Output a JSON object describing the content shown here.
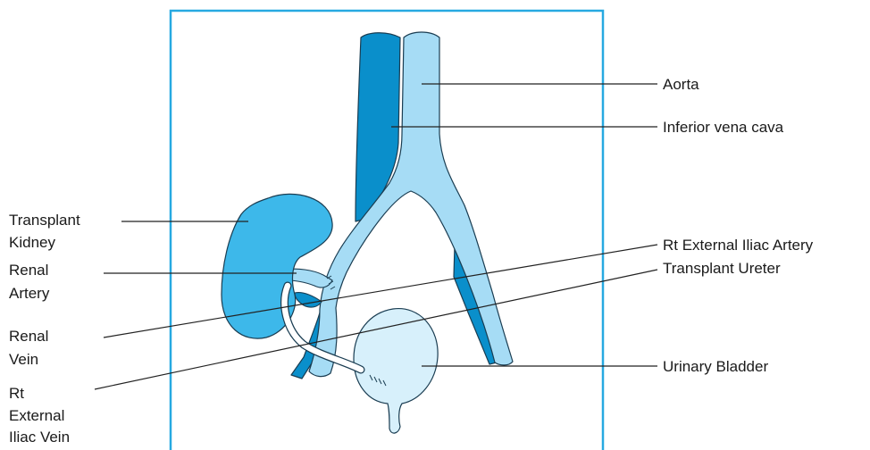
{
  "labels": {
    "aorta": "Aorta",
    "ivc": "Inferior vena cava",
    "transplant_kidney_1": "Transplant",
    "transplant_kidney_2": "Kidney",
    "rt_ext_iliac_artery": "Rt External Iliac Artery",
    "transplant_ureter": "Transplant Ureter",
    "renal_artery_1": "Renal",
    "renal_artery_2": "Artery",
    "renal_vein_1": "Renal",
    "renal_vein_2": "Vein",
    "urinary_bladder": "Urinary Bladder",
    "rt_ext_iliac_vein_1": "Rt",
    "rt_ext_iliac_vein_2": "External",
    "rt_ext_iliac_vein_3": "Iliac Vein"
  },
  "colors": {
    "frame": "#27a9e1",
    "vein_dark": "#0a8fcb",
    "artery_light": "#a6dcf5",
    "kidney": "#3db8ea",
    "bladder": "#d7f0fb",
    "ureter": "#ffffff",
    "outline": "#1a3d52",
    "leader": "#222222"
  }
}
